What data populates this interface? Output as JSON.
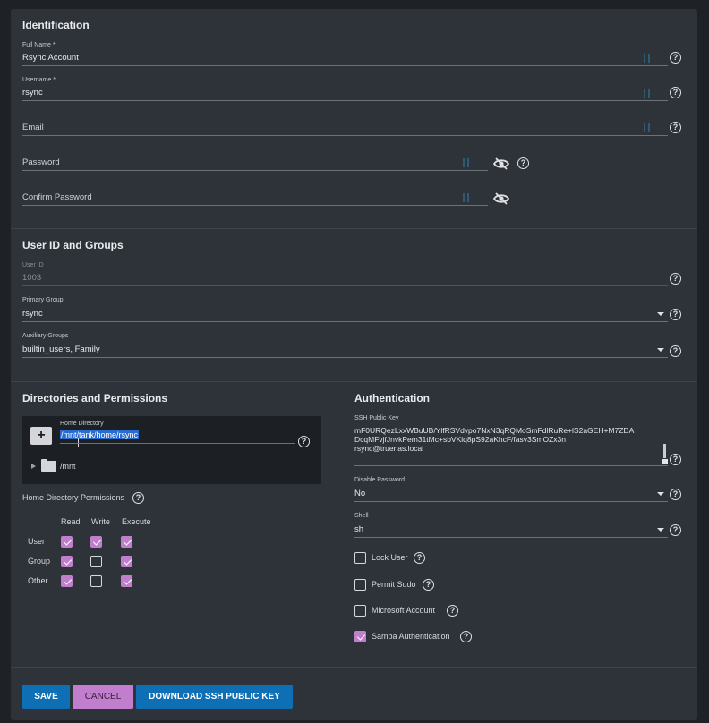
{
  "identification": {
    "title": "Identification",
    "full_name_label": "Full Name *",
    "full_name_value": "Rsync Account",
    "username_label": "Username *",
    "username_value": "rsync",
    "email_label": "Email",
    "password_label": "Password",
    "confirm_password_label": "Confirm Password"
  },
  "user_id_groups": {
    "title": "User ID and Groups",
    "user_id_label": "User ID",
    "user_id_value": "1003",
    "primary_group_label": "Primary Group",
    "primary_group_value": "rsync",
    "aux_groups_label": "Auxiliary Groups",
    "aux_groups_value": "builtin_users, Family"
  },
  "directories": {
    "title": "Directories and Permissions",
    "home_dir_label": "Home Directory",
    "home_dir_value": "/mnt/tank/home/rsync",
    "tree_node": "/mnt",
    "perm_title": "Home Directory Permissions",
    "columns": [
      "Read",
      "Write",
      "Execute"
    ],
    "rows": [
      {
        "label": "User",
        "values": [
          true,
          true,
          true
        ]
      },
      {
        "label": "Group",
        "values": [
          true,
          false,
          true
        ]
      },
      {
        "label": "Other",
        "values": [
          true,
          false,
          true
        ]
      }
    ]
  },
  "authentication": {
    "title": "Authentication",
    "ssh_label": "SSH Public Key",
    "ssh_line1": "mF0URQezLxxWBuUB/YlfRSVdvpo7NxN3qRQMoSmFdlRuRe+lS2aGEH+M7ZDA",
    "ssh_line2": "DcqMFvjfJnvkPem31tMc+sbVKiq8pS92aKhcF/fasv3SmOZx3n",
    "ssh_line3": "rsync@truenas.local",
    "disable_password_label": "Disable Password",
    "disable_password_value": "No",
    "shell_label": "Shell",
    "shell_value": "sh",
    "checkboxes": [
      {
        "label": "Lock User",
        "checked": false
      },
      {
        "label": "Permit Sudo",
        "checked": false
      },
      {
        "label": "Microsoft Account",
        "checked": false
      },
      {
        "label": "Samba Authentication",
        "checked": true
      }
    ]
  },
  "buttons": {
    "save": "SAVE",
    "cancel": "CANCEL",
    "download": "DOWNLOAD SSH PUBLIC KEY"
  },
  "colors": {
    "accent_blue": "#0f6fb5",
    "accent_purple": "#c17ecc",
    "card": "#2e333a",
    "background": "#1e2126"
  }
}
